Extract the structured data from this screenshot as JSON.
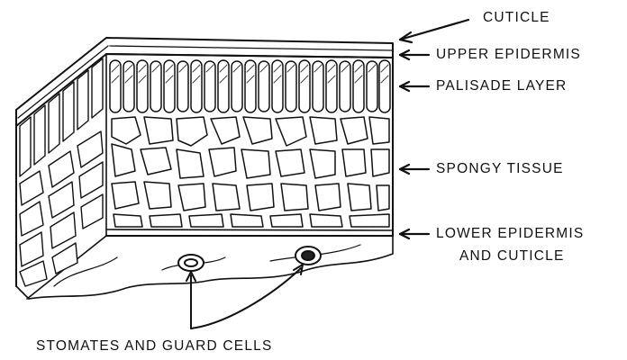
{
  "labels": {
    "cuticle": "CUTICLE",
    "upper_epidermis": "UPPER EPIDERMIS",
    "palisade_layer": "PALISADE LAYER",
    "spongy_tissue": "SPONGY TISSUE",
    "lower_epidermis_line1": "LOWER EPIDERMIS",
    "lower_epidermis_line2": "AND CUTICLE",
    "stomates": "STOMATES AND GUARD CELLS"
  },
  "colors": {
    "ink": "#111111",
    "paper": "#ffffff"
  }
}
